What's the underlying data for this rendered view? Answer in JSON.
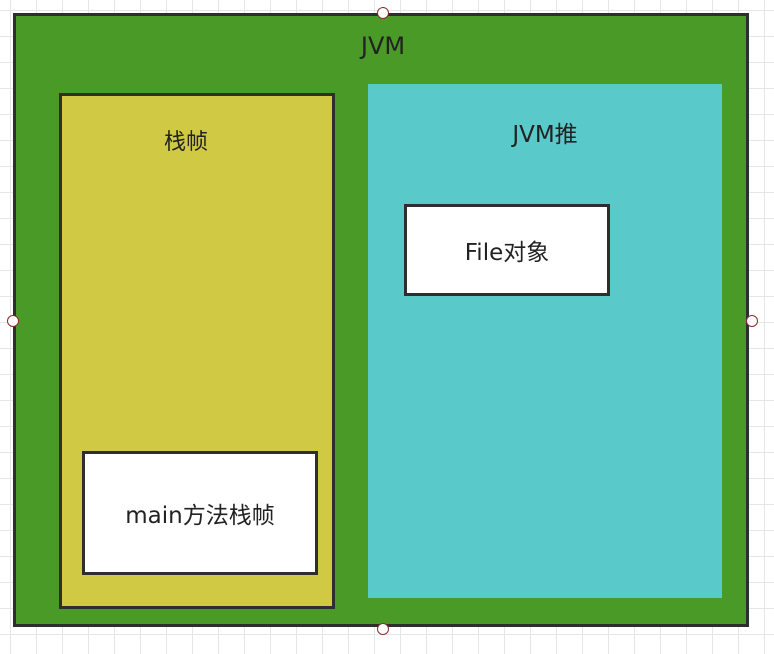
{
  "diagram": {
    "jvm": {
      "label": "JVM"
    },
    "stack_frame": {
      "label": "栈帧"
    },
    "main_stack_frame": {
      "label": "main方法栈帧"
    },
    "heap": {
      "label": "JVM推"
    },
    "file_object": {
      "label": "File对象"
    }
  },
  "colors": {
    "jvm_fill": "#4a9a27",
    "stack_fill": "#cfc944",
    "heap_fill": "#5ac9c9",
    "box_fill": "#ffffff",
    "border": "#2e2e2e",
    "handle_border": "#8b2b2b"
  }
}
